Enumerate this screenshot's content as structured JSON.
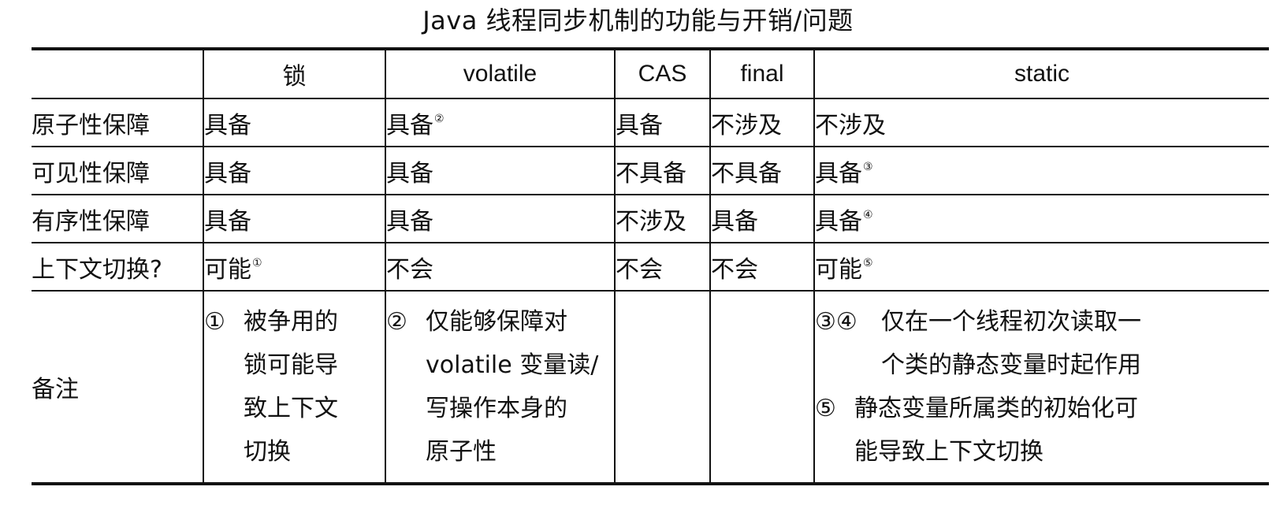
{
  "title": "Java 线程同步机制的功能与开销/问题",
  "columns": [
    "",
    "锁",
    "volatile",
    "CAS",
    "final",
    "static"
  ],
  "rows": [
    {
      "label": "原子性保障",
      "cells": [
        {
          "text": "具备",
          "note": ""
        },
        {
          "text": "具备",
          "note": "②"
        },
        {
          "text": "具备",
          "note": ""
        },
        {
          "text": "不涉及",
          "note": ""
        },
        {
          "text": "不涉及",
          "note": ""
        }
      ]
    },
    {
      "label": "可见性保障",
      "cells": [
        {
          "text": "具备",
          "note": ""
        },
        {
          "text": "具备",
          "note": ""
        },
        {
          "text": "不具备",
          "note": ""
        },
        {
          "text": "不具备",
          "note": ""
        },
        {
          "text": "具备",
          "note": "③"
        }
      ]
    },
    {
      "label": "有序性保障",
      "cells": [
        {
          "text": "具备",
          "note": ""
        },
        {
          "text": "具备",
          "note": ""
        },
        {
          "text": "不涉及",
          "note": ""
        },
        {
          "text": "具备",
          "note": ""
        },
        {
          "text": "具备",
          "note": "④"
        }
      ]
    },
    {
      "label": "上下文切换?",
      "cells": [
        {
          "text": "可能",
          "note": "①"
        },
        {
          "text": "不会",
          "note": ""
        },
        {
          "text": "不会",
          "note": ""
        },
        {
          "text": "不会",
          "note": ""
        },
        {
          "text": "可能",
          "note": "⑤"
        }
      ]
    }
  ],
  "notes_row": {
    "label": "备注",
    "lock": {
      "marker": "①",
      "lines": [
        "被争用的",
        "锁可能导",
        "致上下文",
        "切换"
      ]
    },
    "volatile": {
      "marker": "②",
      "lines": [
        "仅能够保障对",
        "volatile 变量读/",
        "写操作本身的",
        "原子性"
      ]
    },
    "static": {
      "marker1": "③④",
      "lines1": [
        "仅在一个线程初次读取一",
        "个类的静态变量时起作用"
      ],
      "marker2": "⑤",
      "lines2": [
        "静态变量所属类的初始化可",
        "能导致上下文切换"
      ]
    }
  }
}
